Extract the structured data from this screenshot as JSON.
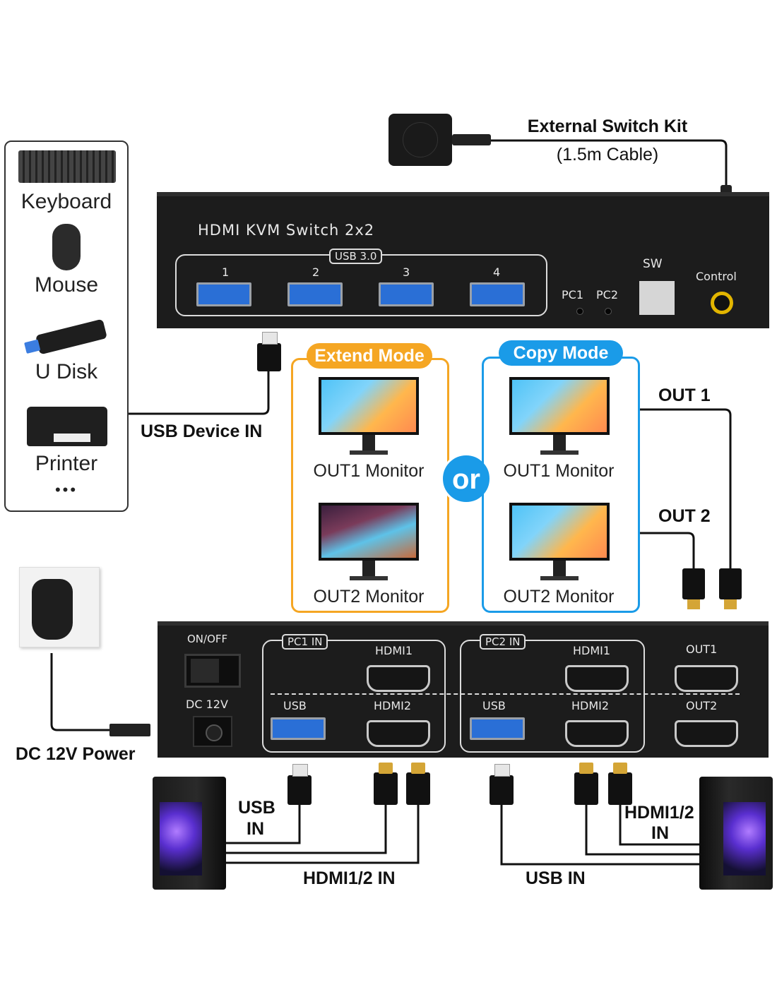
{
  "external_kit": {
    "title": "External Switch Kit",
    "cable": "(1.5m Cable)"
  },
  "top_panel": {
    "title": "HDMI KVM Switch 2x2",
    "usb_group": "USB 3.0",
    "ports": [
      "1",
      "2",
      "3",
      "4"
    ],
    "pc1": "PC1",
    "pc2": "PC2",
    "sw": "SW",
    "control": "Control"
  },
  "devices": {
    "keyboard": "Keyboard",
    "mouse": "Mouse",
    "udisk": "U Disk",
    "printer": "Printer",
    "more": "•••"
  },
  "labels": {
    "usb_device_in": "USB Device IN",
    "out1": "OUT 1",
    "out2": "OUT 2",
    "dc_power": "DC 12V Power",
    "usb_in_left_1": "USB",
    "usb_in_left_2": "IN",
    "hdmi_in_left": "HDMI1/2 IN",
    "usb_in_right": "USB IN",
    "hdmi_in_right_1": "HDMI1/2",
    "hdmi_in_right_2": "IN",
    "or": "or"
  },
  "extend_mode": {
    "title": "Extend Mode",
    "monitor1": "OUT1 Monitor",
    "monitor2": "OUT2 Monitor"
  },
  "copy_mode": {
    "title": "Copy Mode",
    "monitor1": "OUT1 Monitor",
    "monitor2": "OUT2 Monitor"
  },
  "bottom_panel": {
    "on_off": "ON/OFF",
    "dc": "DC 12V",
    "pc1_in": "PC1 IN",
    "pc2_in": "PC2 IN",
    "hdmi1": "HDMI1",
    "hdmi2": "HDMI2",
    "usb": "USB",
    "out1": "OUT1",
    "out2": "OUT2"
  },
  "colors": {
    "extend": "#f5a623",
    "copy": "#1a9be8",
    "panel": "#1c1c1c",
    "usb_blue": "#2a6fd6",
    "gold": "#d4a536"
  }
}
